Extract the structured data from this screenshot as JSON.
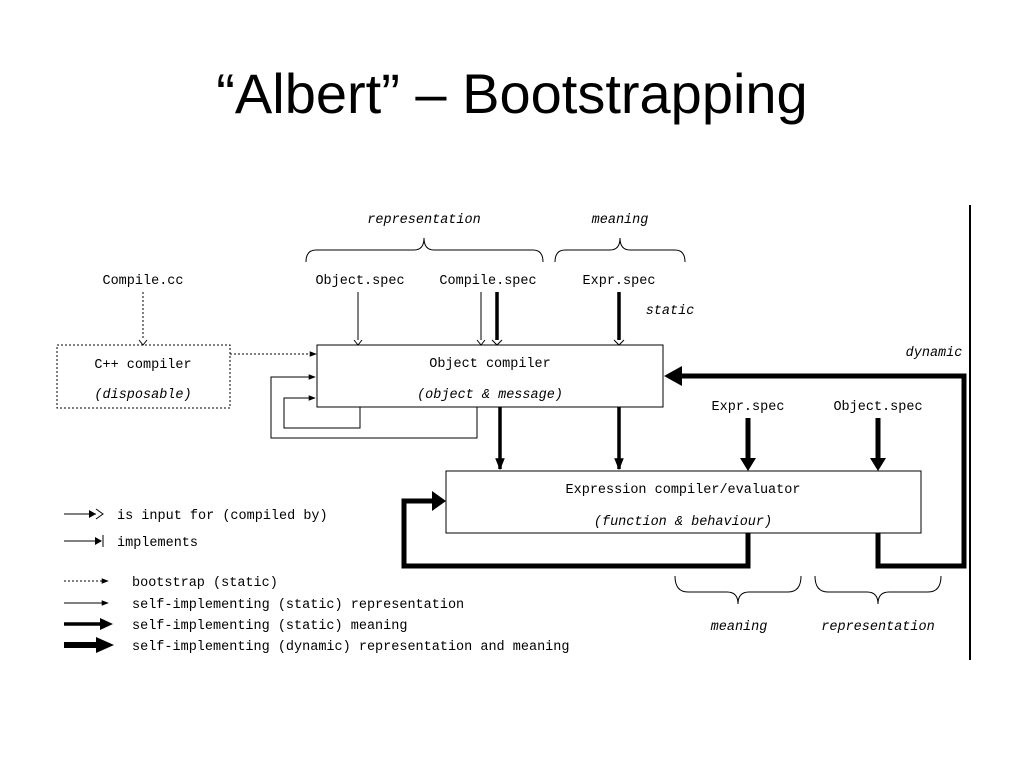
{
  "slide": {
    "title": "“Albert” – Bootstrapping"
  },
  "diagram": {
    "braces": {
      "top_representation": "representation",
      "top_meaning": "meaning",
      "bottom_meaning": "meaning",
      "bottom_representation": "representation"
    },
    "inputs": {
      "compile_cc": "Compile.cc",
      "object_spec_top": "Object.spec",
      "compile_spec": "Compile.spec",
      "expr_spec_top": "Expr.spec",
      "expr_spec_right": "Expr.spec",
      "object_spec_right": "Object.spec"
    },
    "annotations": {
      "static": "static",
      "dynamic": "dynamic"
    },
    "boxes": {
      "cpp_compiler": {
        "name": "C++ compiler",
        "note": "(disposable)"
      },
      "object_compiler": {
        "name": "Object compiler",
        "note": "(object & message)"
      },
      "expression_compiler": {
        "name": "Expression compiler/evaluator",
        "note": "(function & behaviour)"
      }
    },
    "legend": {
      "is_input_for": "is input for (compiled by)",
      "implements": "implements",
      "bootstrap": "bootstrap (static)",
      "self_impl_static_repr": "self-implementing (static) representation",
      "self_impl_static_meaning": "self-implementing (static) meaning",
      "self_impl_dynamic": "self-implementing (dynamic) representation and meaning"
    }
  }
}
